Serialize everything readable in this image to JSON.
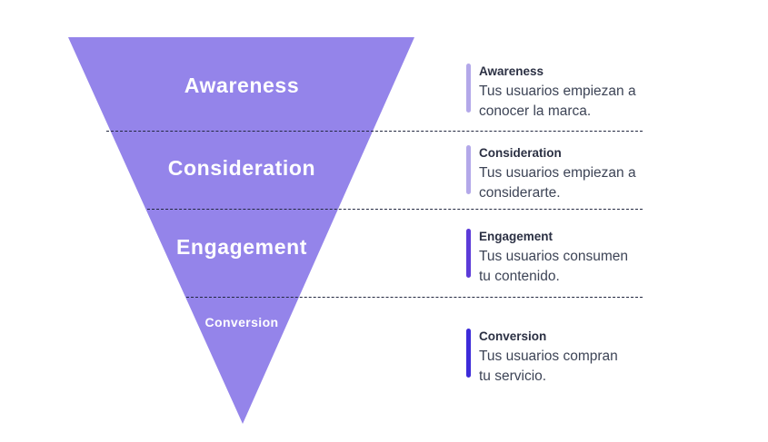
{
  "page": {
    "background_color": "#ffffff"
  },
  "funnel": {
    "color": "#9484EA",
    "label_color": "#ffffff",
    "stages": [
      {
        "label": "Awareness"
      },
      {
        "label": "Consideration"
      },
      {
        "label": "Engagement"
      },
      {
        "label": "Conversion"
      }
    ]
  },
  "divider": {
    "color": "#232840",
    "style": "dashed"
  },
  "descriptions": [
    {
      "title": "Awareness",
      "lines": [
        "Tus usuarios empiezan a",
        "conocer la marca."
      ],
      "bar_color": "#B3A8E9"
    },
    {
      "title": "Consideration",
      "lines": [
        "Tus usuarios empiezan a",
        "considerarte."
      ],
      "bar_color": "#B3A8E9"
    },
    {
      "title": "Engagement",
      "lines": [
        "Tus usuarios consumen",
        "tu contenido."
      ],
      "bar_color": "#5C3BD8"
    },
    {
      "title": "Conversion",
      "lines": [
        "Tus usuarios compran",
        "tu servicio."
      ],
      "bar_color": "#3D2BD9"
    }
  ]
}
